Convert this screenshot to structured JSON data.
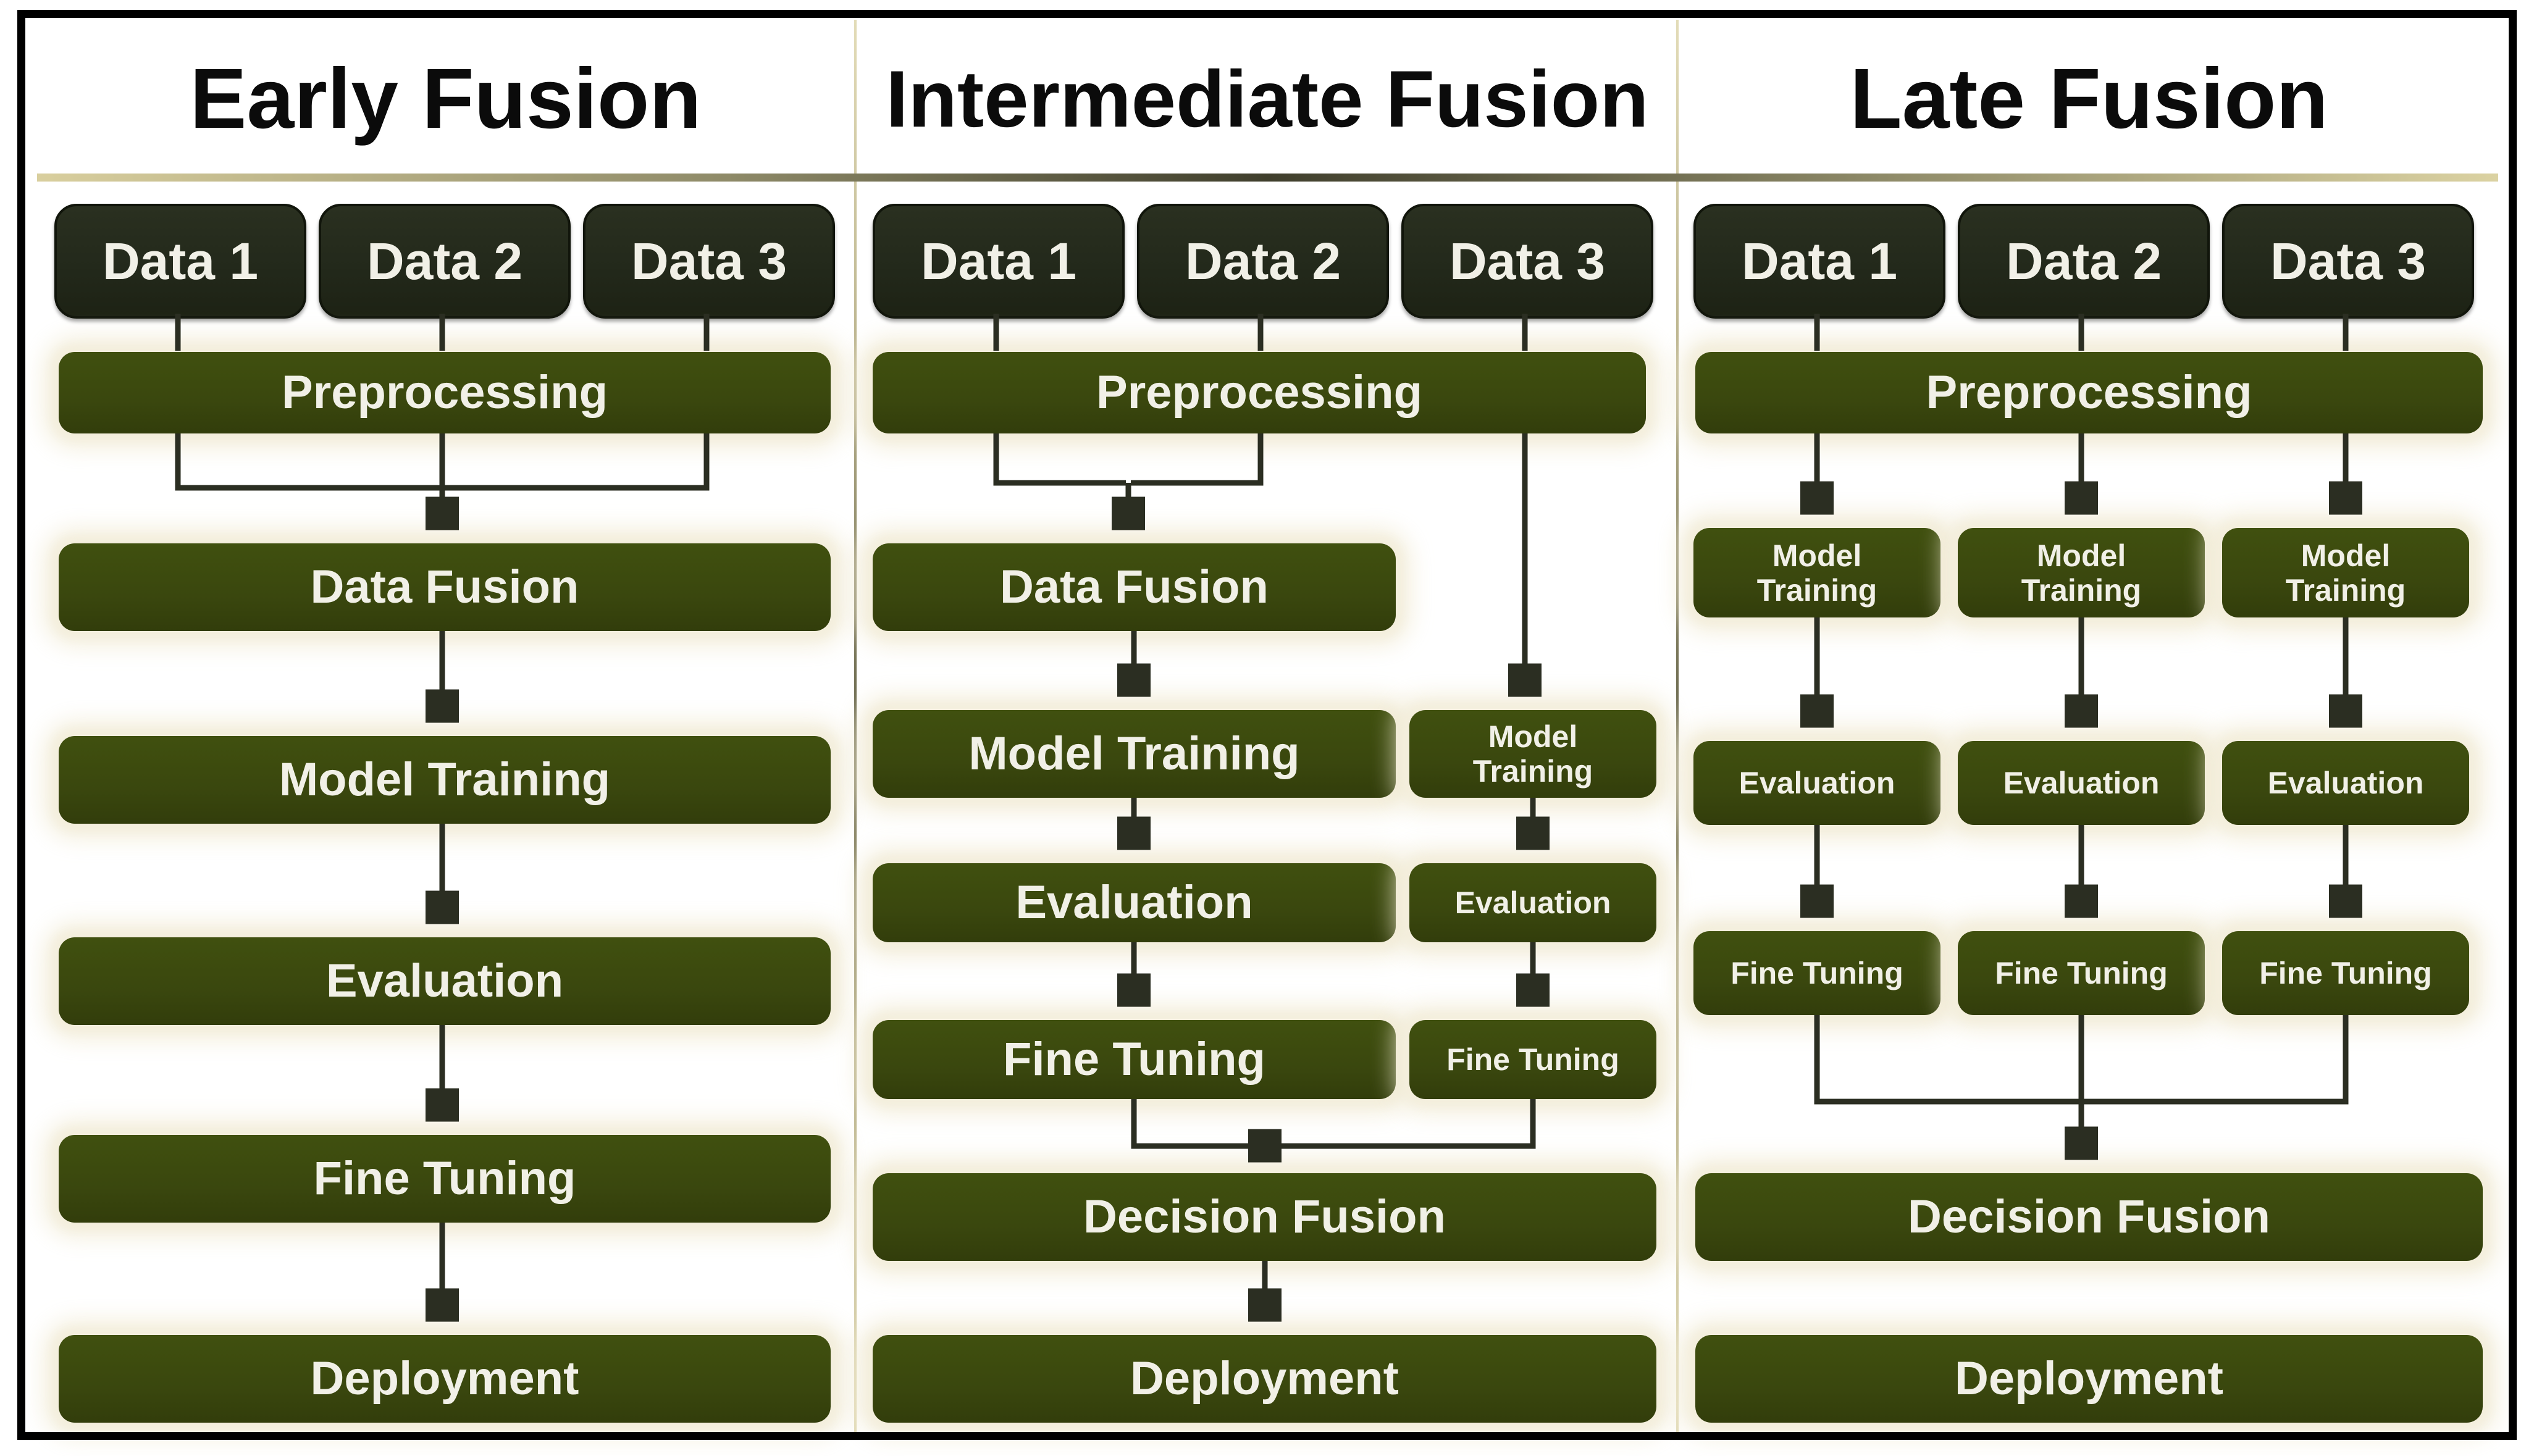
{
  "diagram": {
    "colors": {
      "background": "#ffffff",
      "data_box": "#23291b",
      "process_box": "#3a470e",
      "box_text": "#f1f0e7",
      "title_text": "#0b0b0b",
      "connector": "#2b2e22",
      "accent_rule_tan": "#d8cc9c",
      "box_glow": "#f0ebd5",
      "frame_border": "#000000"
    },
    "columns": [
      {
        "title": "Early Fusion",
        "data_boxes": [
          "Data 1",
          "Data 2",
          "Data 3"
        ],
        "steps": {
          "preprocessing": "Preprocessing",
          "data_fusion": "Data Fusion",
          "model_training": "Model Training",
          "evaluation": "Evaluation",
          "fine_tuning": "Fine Tuning",
          "deployment": "Deployment"
        }
      },
      {
        "title": "Intermediate Fusion",
        "data_boxes": [
          "Data 1",
          "Data 2",
          "Data 3"
        ],
        "steps": {
          "preprocessing": "Preprocessing",
          "data_fusion": "Data Fusion",
          "model_training_main": "Model Training",
          "model_training_side": "Model\nTraining",
          "evaluation_main": "Evaluation",
          "evaluation_side": "Evaluation",
          "fine_tuning_main": "Fine Tuning",
          "fine_tuning_side": "Fine Tuning",
          "decision_fusion": "Decision Fusion",
          "deployment": "Deployment"
        }
      },
      {
        "title": "Late Fusion",
        "data_boxes": [
          "Data 1",
          "Data 2",
          "Data 3"
        ],
        "steps": {
          "preprocessing": "Preprocessing",
          "model_training": [
            "Model\nTraining",
            "Model\nTraining",
            "Model\nTraining"
          ],
          "evaluation": [
            "Evaluation",
            "Evaluation",
            "Evaluation"
          ],
          "fine_tuning": [
            "Fine Tuning",
            "Fine Tuning",
            "Fine Tuning"
          ],
          "decision_fusion": "Decision Fusion",
          "deployment": "Deployment"
        }
      }
    ]
  }
}
